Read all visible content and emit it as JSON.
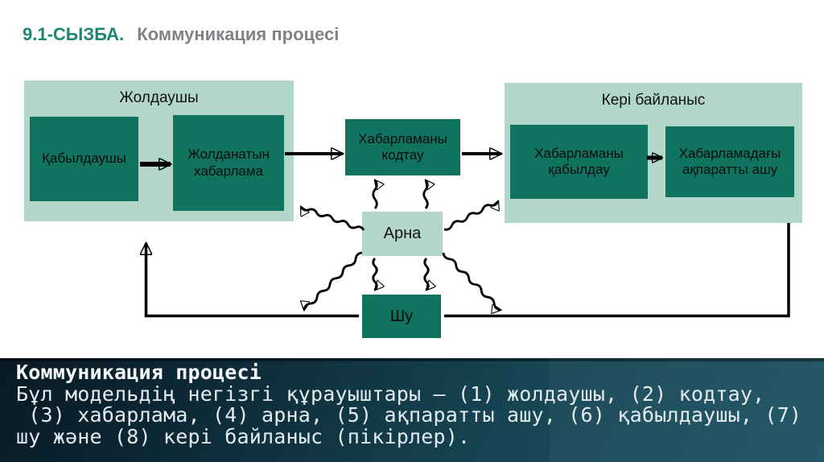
{
  "title": {
    "number": "9.1-СЫЗБА.",
    "text": "Коммуникация процесі"
  },
  "diagram": {
    "sender_group": {
      "label": "Жолдаушы",
      "boxes": [
        {
          "label": "Қабылдаушы"
        },
        {
          "label": "Жолданатын хабарлама"
        }
      ]
    },
    "encode_box": {
      "label": "Хабарламаны кодтау"
    },
    "feedback_group": {
      "label": "Кері байланыс",
      "boxes": [
        {
          "label": "Хабарламаны қабылдау"
        },
        {
          "label": "Хабарламадағы ақпаратты ашу"
        }
      ]
    },
    "channel_box": {
      "label": "Арна"
    },
    "noise_box": {
      "label": "Шу"
    }
  },
  "caption": {
    "heading": "Коммуникация процесі",
    "lines": [
      "Бұл модельдің негізгі құрауыштары – (1) жолдаушы, (2) кодтау,",
      " (3) хабарлама, (4) арна, (5) ақпаратты ашу, (6) қабылдаушы, (7)",
      "шу және (8) кері байланыс (пікірлер)."
    ]
  },
  "colors": {
    "title_accent": "#1b8672",
    "title_gray": "#808285",
    "box_dark_green": "#10735f",
    "box_light_green": "#b2d6c7",
    "caption_bg_dark": "#081a24",
    "caption_bg_light": "#1d5365",
    "caption_text": "#e3ebee",
    "arrow_black": "#000000"
  }
}
